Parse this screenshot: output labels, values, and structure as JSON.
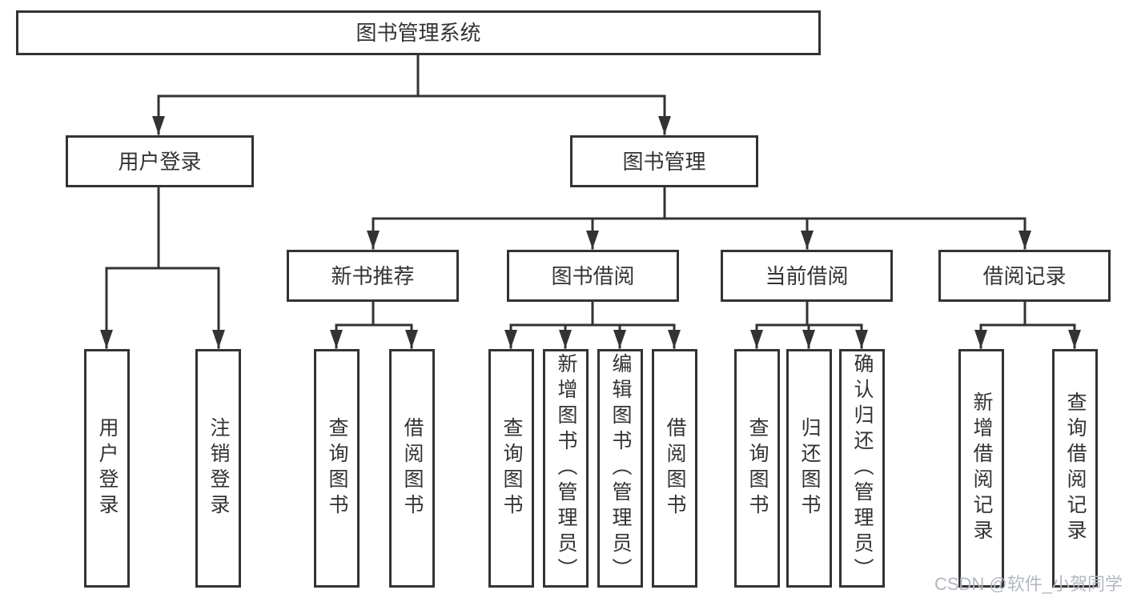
{
  "tree": {
    "title": "图书管理系统",
    "children": [
      {
        "label": "用户登录",
        "leaves": [
          "用户登录",
          "注销登录"
        ]
      },
      {
        "label": "图书管理",
        "children": [
          {
            "label": "新书推荐",
            "leaves": [
              "查询图书",
              "借阅图书"
            ]
          },
          {
            "label": "图书借阅",
            "leaves": [
              "查询图书",
              "新增图书（管理员）",
              "编辑图书（管理员）",
              "借阅图书"
            ]
          },
          {
            "label": "当前借阅",
            "leaves": [
              "查询图书",
              "归还图书",
              "确认归还（管理员）"
            ]
          },
          {
            "label": "借阅记录",
            "leaves": [
              "新增借阅记录",
              "查询借阅记录"
            ]
          }
        ]
      }
    ]
  },
  "watermark": {
    "text": "CSDN @软件_小贺同学"
  },
  "colors": {
    "line": "#333333",
    "box_border": "#333333",
    "box_fill": "#ffffff",
    "text": "#333333",
    "watermark": "#b3b8c0"
  }
}
